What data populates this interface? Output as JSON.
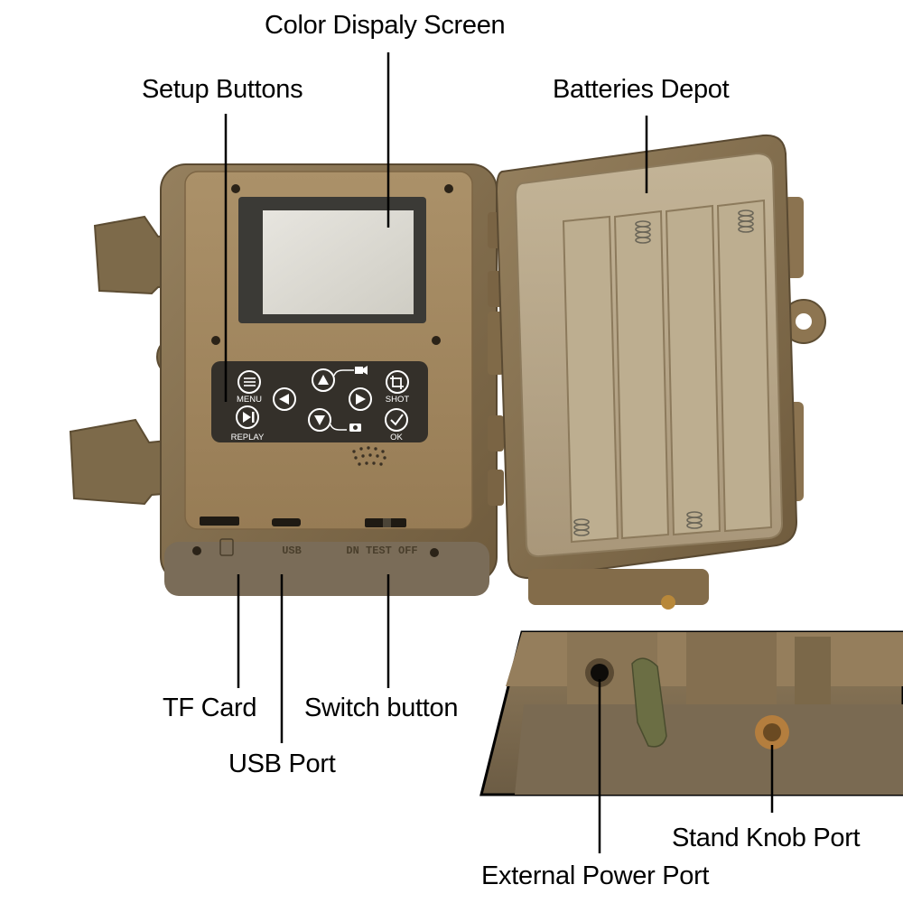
{
  "callouts": {
    "display": "Color Dispaly Screen",
    "setup": "Setup Buttons",
    "batteries": "Batteries Depot",
    "tf_card": "TF Card",
    "switch": "Switch button",
    "usb": "USB Port",
    "stand": "Stand Knob Port",
    "power": "External Power Port"
  },
  "keypad": {
    "menu": "MENU",
    "shot": "SHOT",
    "replay": "REPLAY",
    "ok": "OK"
  },
  "port_markings": {
    "usb": "USB",
    "switch": "DN TEST OFF"
  },
  "colors": {
    "housing": "#8c7553",
    "housing_dark": "#6e5a3c",
    "panel": "#a58b63",
    "keypad": "#33302a",
    "screen": "#dcdad2",
    "tray": "#b8a88a"
  }
}
